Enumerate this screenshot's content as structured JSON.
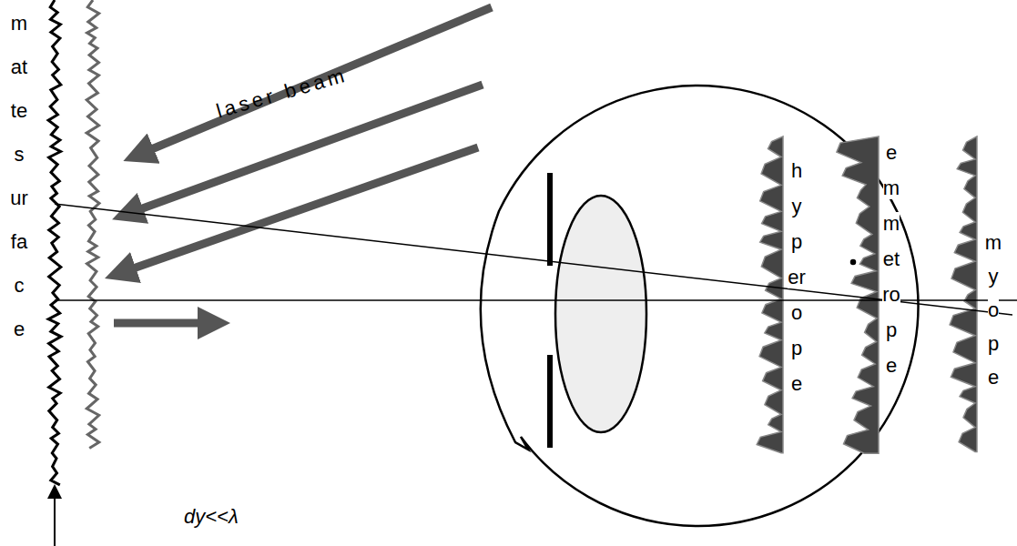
{
  "diagram": {
    "labels": [
      "matte surface",
      "laser beam",
      "dy<<λ",
      "hyperope",
      "emmetrope",
      "myope"
    ]
  }
}
